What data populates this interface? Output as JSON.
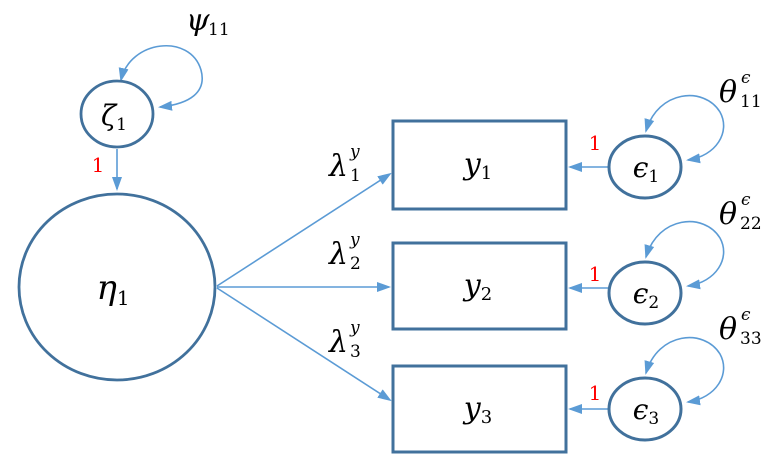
{
  "colors": {
    "background": "#FFFFFF",
    "shape_outline": "#41719C",
    "connector": "#5B9BD5",
    "label_text": "#000000",
    "fixed_value_text": "#FF0000"
  },
  "latent": {
    "base": "η",
    "sub": "1"
  },
  "disturbance": {
    "label": {
      "base": "ζ",
      "sub": "1"
    },
    "variance": {
      "base": "ψ",
      "sub": "11"
    },
    "fixed": "1"
  },
  "rows": [
    {
      "indicator": {
        "base": "y",
        "sub": "1"
      },
      "loading": {
        "base": "λ",
        "sup": "y",
        "sub": "1"
      },
      "error": {
        "base": "ϵ",
        "sub": "1"
      },
      "variance": {
        "base": "θ",
        "sup": "ϵ",
        "sub": "11"
      },
      "fixed": "1"
    },
    {
      "indicator": {
        "base": "y",
        "sub": "2"
      },
      "loading": {
        "base": "λ",
        "sup": "y",
        "sub": "2"
      },
      "error": {
        "base": "ϵ",
        "sub": "2"
      },
      "variance": {
        "base": "θ",
        "sup": "ϵ",
        "sub": "22"
      },
      "fixed": "1"
    },
    {
      "indicator": {
        "base": "y",
        "sub": "3"
      },
      "loading": {
        "base": "λ",
        "sup": "y",
        "sub": "3"
      },
      "error": {
        "base": "ϵ",
        "sub": "3"
      },
      "variance": {
        "base": "θ",
        "sup": "ϵ",
        "sub": "33"
      },
      "fixed": "1"
    }
  ]
}
